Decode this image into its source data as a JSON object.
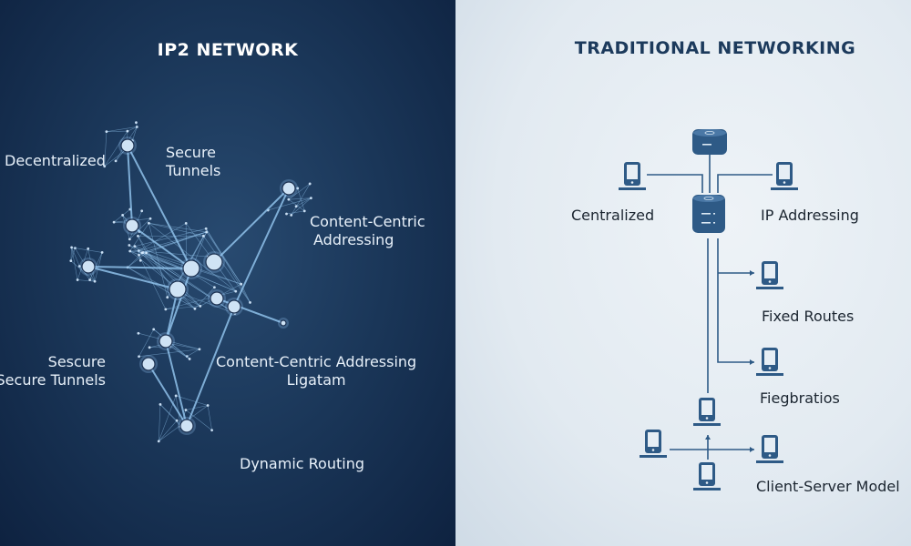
{
  "left": {
    "title": "IP2 NETWORK",
    "labels": {
      "decentralized": "Decentralized",
      "secure_tunnels_1": "Secure",
      "secure_tunnels_2": "Tunnels",
      "content_centric_1": "Content-Centric",
      "content_centric_2": "Addressing",
      "sescure_1": "Sescure",
      "sescure_2": "Secure Tunnels",
      "cca_2_1": "Content-Centric Addressing",
      "cca_2_2": "Ligatam",
      "dynamic_routing": "Dynamic Routing"
    }
  },
  "right": {
    "title": "TRADITIONAL NETWORKING",
    "labels": {
      "centralized": "Centralized",
      "ip_addressing": "IP Addressing",
      "fixed_routes": "Fixed Routes",
      "fiegbratios": "Fiegbratios",
      "client_server": "Client-Server Model"
    }
  },
  "colors": {
    "left_bg": "#1a3658",
    "right_bg": "#e2eaf1",
    "node": "#cfe3f5",
    "line": "#8fc1ea",
    "icon": "#2e5a86",
    "title_right": "#1c3a5c"
  }
}
